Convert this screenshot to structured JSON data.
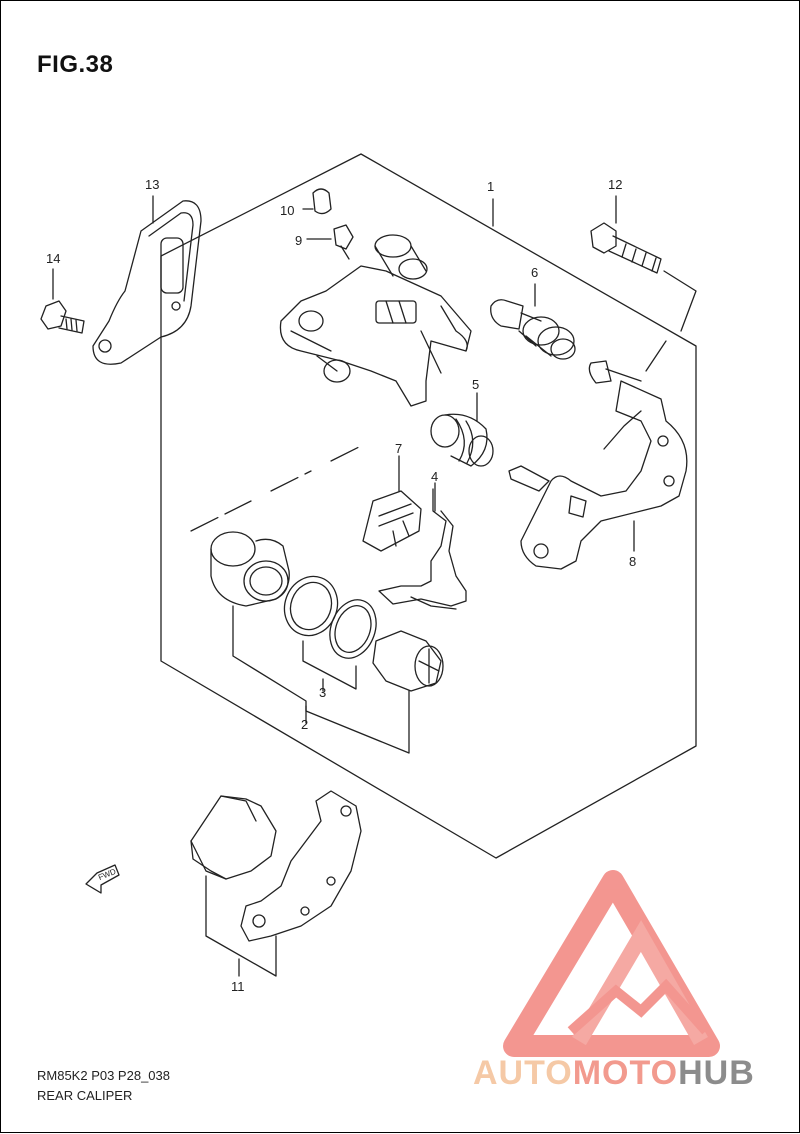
{
  "figure": {
    "title": "FIG.38"
  },
  "callouts": [
    {
      "id": "1",
      "text": "1"
    },
    {
      "id": "2",
      "text": "2"
    },
    {
      "id": "3",
      "text": "3"
    },
    {
      "id": "4",
      "text": "4"
    },
    {
      "id": "5",
      "text": "5"
    },
    {
      "id": "6",
      "text": "6"
    },
    {
      "id": "7",
      "text": "7"
    },
    {
      "id": "8",
      "text": "8"
    },
    {
      "id": "9",
      "text": "9"
    },
    {
      "id": "10",
      "text": "10"
    },
    {
      "id": "11",
      "text": "11"
    },
    {
      "id": "12",
      "text": "12"
    },
    {
      "id": "13",
      "text": "13"
    },
    {
      "id": "14",
      "text": "14"
    }
  ],
  "fwd_label": "FWD",
  "footer": {
    "code": "RM85K2 P03 P28_038",
    "caption": "REAR CALIPER"
  },
  "watermark": {
    "part1": "AUTO",
    "part2": "MOTO",
    "part3": "HUB"
  },
  "colors": {
    "line": "#222222",
    "logo_red": "#f28b85",
    "logo_orange": "#f5c9a6",
    "logo_gray": "#8c8c8c"
  }
}
